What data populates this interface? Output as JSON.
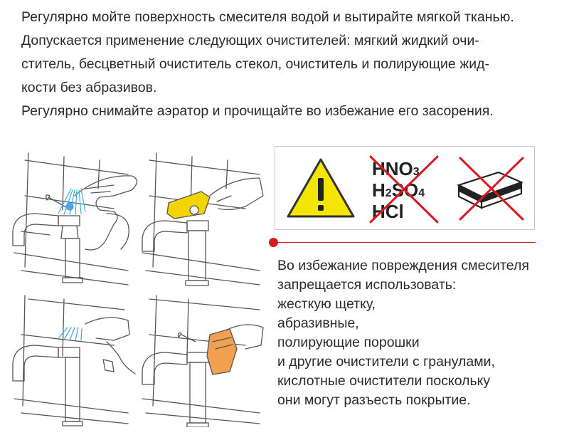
{
  "intro": {
    "lines": [
      "Регулярно мойте поверхность смесителя водой и вытирайте мягкой тканью.",
      "Допускается применение следующих очистителей: мягкий жидкий очи-",
      "ститель, бесцветный очиститель стекол, очиститель и полирующие жид-",
      "кости без абразивов.",
      "Регулярно снимайте аэратор и прочищайте во избежание его засорения."
    ]
  },
  "icons": {
    "warning": "warning-triangle-icon",
    "chemicals": "prohibited-chemicals-icon",
    "sponge": "prohibited-abrasive-sponge-icon"
  },
  "chemicals": {
    "line1": "HNO",
    "line1_sub": "3",
    "line2_a": "H",
    "line2_sub1": "2",
    "line2_b": "SO",
    "line2_sub2": "4",
    "line3": "HCl"
  },
  "warning": {
    "lines": [
      "Во избежание повреждения смесителя",
      "запрещается использовать:",
      "жесткую щетку,",
      "абразивные,",
      "полирующие порошки",
      "и другие очистители с гранулами,",
      "кислотные очистители поскольку",
      "они могут разъесть покрытие."
    ]
  },
  "colors": {
    "warning_yellow": "#f5e600",
    "prohibit_red": "#d71920",
    "water_blue": "#4aa8e0",
    "sponge_yellow": "#f2d400",
    "cloth_orange": "#f0a050"
  }
}
